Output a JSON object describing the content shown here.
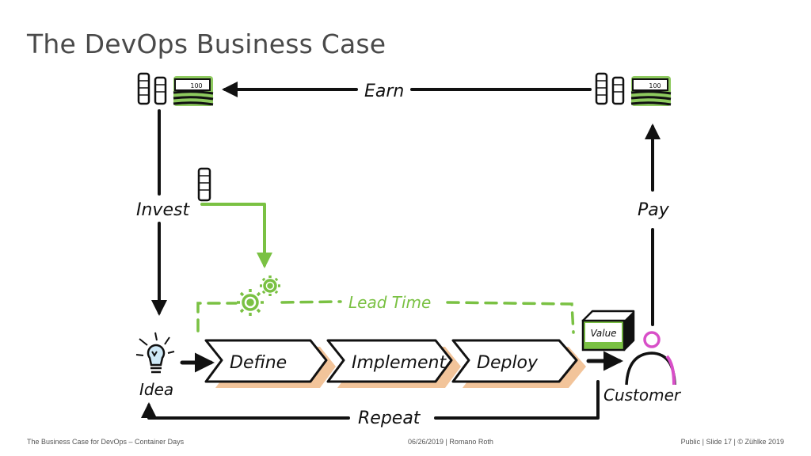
{
  "slide": {
    "title": "The DevOps Business Case"
  },
  "diagram": {
    "labels": {
      "earn": "Earn",
      "invest": "Invest",
      "pay": "Pay",
      "lead_time": "Lead Time",
      "idea": "Idea",
      "customer": "Customer",
      "repeat": "Repeat",
      "value": "Value",
      "money_note": "100"
    },
    "steps": [
      "Define",
      "Implement",
      "Deploy"
    ],
    "colors": {
      "ink": "#111111",
      "green": "#7ac143",
      "step_fill": "#f2c49a",
      "magenta": "#d84fc8"
    }
  },
  "footer": {
    "left": "The Business Case for DevOps – Container Days",
    "center": "06/26/2019 |  Romano Roth",
    "right": "Public | Slide 17 |  © Zühlke 2019"
  }
}
